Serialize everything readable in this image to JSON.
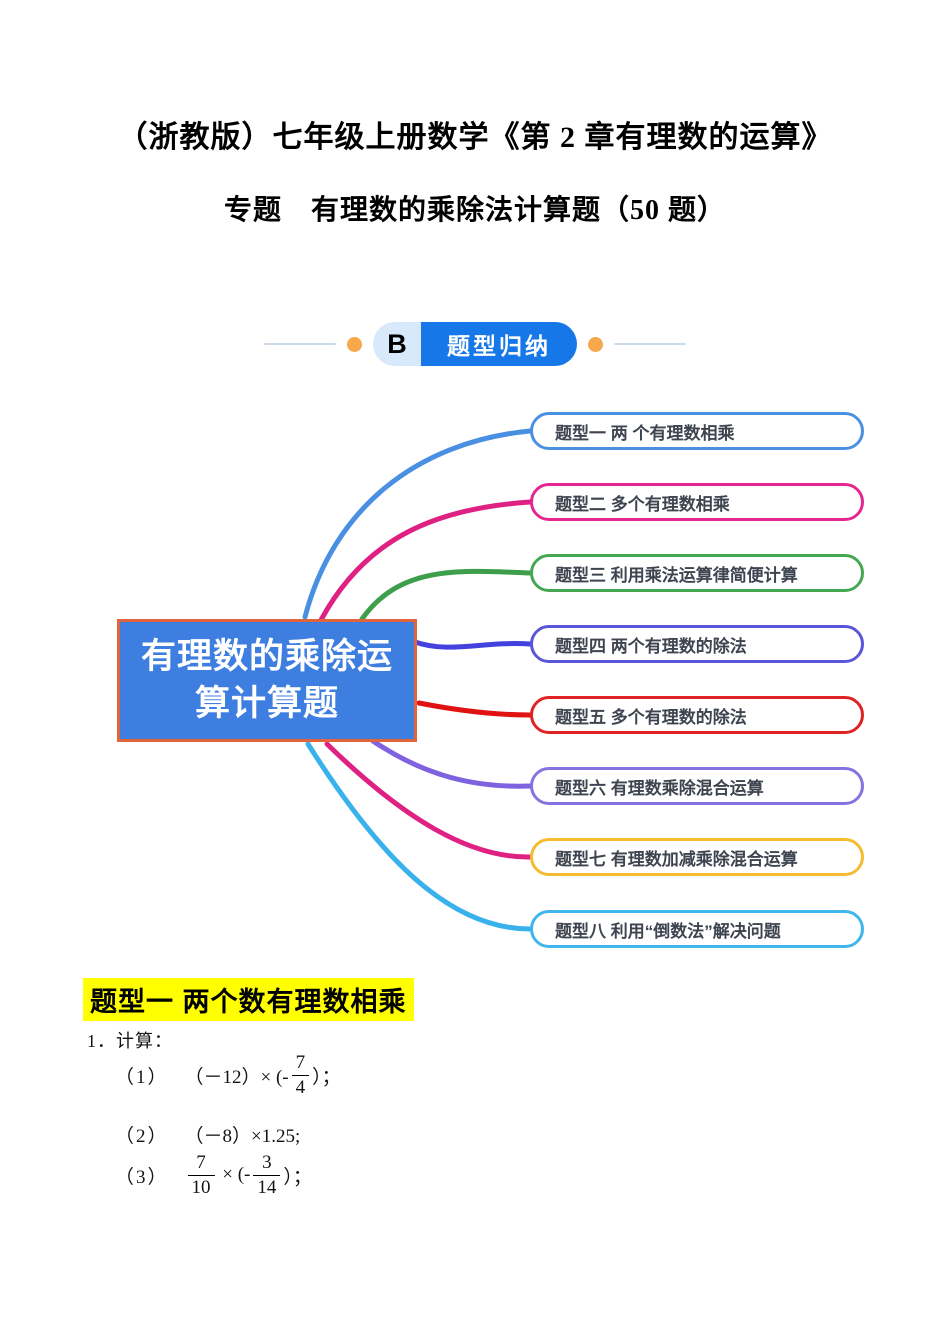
{
  "title": {
    "line1": "（浙教版）七年级上册数学《第 2 章有理数的运算》",
    "line2": "专题　有理数的乘除法计算题（50 题）"
  },
  "badge": {
    "letter": "B",
    "label": "题型归纳",
    "colors": {
      "pill_blue": "#1677e8",
      "pill_light": "#d9e9fc",
      "dot": "#f6a84b",
      "line": "#ccdaeb"
    }
  },
  "mindmap": {
    "center": {
      "text_line1": "有理数的乘除运",
      "text_line2": "算计算题",
      "fill": "#3e7ee0",
      "border_color": "#e0653c"
    },
    "branches": [
      {
        "label": "题型一 两 个有理数相乘",
        "border_color": "#4a90e2",
        "line_color": "#4a90e2"
      },
      {
        "label": "题型二 多个有理数相乘",
        "border_color": "#e52690",
        "line_color": "#df2184"
      },
      {
        "label": "题型三  利用乘法运算律简便计算",
        "border_color": "#46a753",
        "line_color": "#3d9e4c"
      },
      {
        "label": "题型四  两个有理数的除法",
        "border_color": "#5b55d9",
        "line_color": "#4442df"
      },
      {
        "label": "题型五 多个有理数的除法",
        "border_color": "#df2222",
        "line_color": "#e01212"
      },
      {
        "label": "题型六 有理数乘除混合运算",
        "border_color": "#8473e0",
        "line_color": "#7e62e0"
      },
      {
        "label": "题型七 有理数加减乘除混合运算",
        "border_color": "#f4bc2e",
        "line_color": "#df2184"
      },
      {
        "label": "题型八  利用“倒数法”解决问题",
        "border_color": "#3fb6ee",
        "line_color": "#39b2ec"
      }
    ]
  },
  "section": {
    "heading": "题型一 两个数有理数相乘",
    "highlight_color": "#ffff00"
  },
  "problems": {
    "intro": "1．计算：",
    "items": [
      {
        "no": "（1）",
        "segments": [
          {
            "type": "text",
            "value": "（－12）× (-"
          },
          {
            "type": "frac",
            "num": "7",
            "den": "4"
          },
          {
            "type": "text",
            "value": "）；"
          }
        ]
      },
      {
        "no": "（2）",
        "segments": [
          {
            "type": "text",
            "value": "（－8）×1.25;"
          }
        ]
      },
      {
        "no": "（3）",
        "segments": [
          {
            "type": "frac",
            "num": "7",
            "den": "10"
          },
          {
            "type": "text",
            "value": " × (-"
          },
          {
            "type": "frac",
            "num": "3",
            "den": "14"
          },
          {
            "type": "text",
            "value": "）；"
          }
        ]
      }
    ]
  }
}
